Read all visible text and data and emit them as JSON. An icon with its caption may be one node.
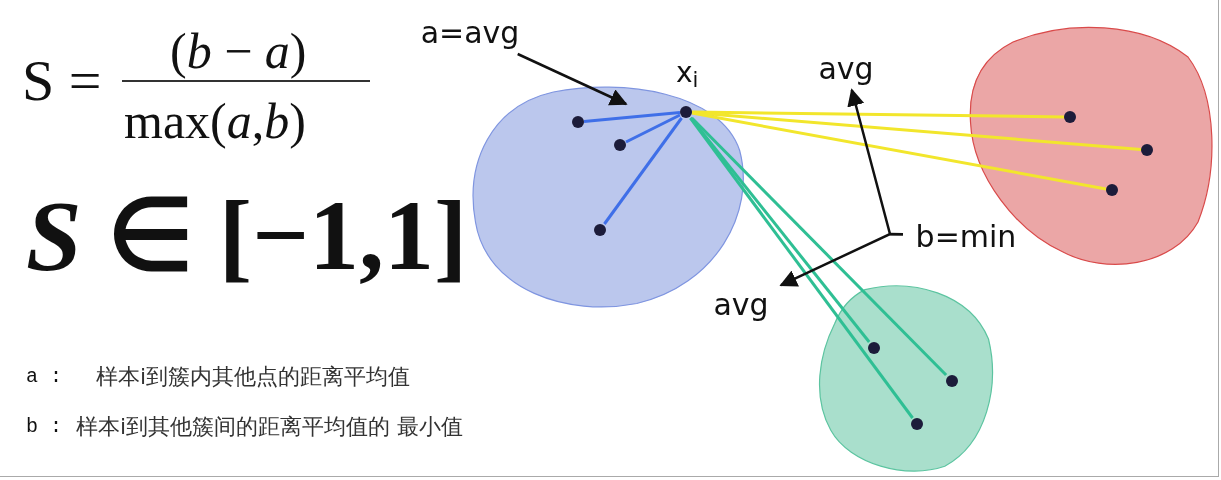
{
  "diagram": {
    "nodes": [
      {
        "text": [],
        "shape": "blob"
      },
      {
        "text": [],
        "shape": "blob"
      },
      {
        "text": [],
        "shape": "blob"
      },
      {
        "text": [],
        "shape": "circle",
        "in": 0,
        "beside": [
          "x$_{i}$"
        ]
      },
      {
        "text": [],
        "shape": "circle",
        "in": 0
      },
      {
        "text": [],
        "shape": "circle",
        "in": 0
      },
      {
        "text": [],
        "shape": "circle",
        "in": 0
      },
      {
        "text": [],
        "shape": "circle",
        "in": 1
      },
      {
        "text": [],
        "shape": "circle",
        "in": 1
      },
      {
        "text": [],
        "shape": "circle",
        "in": 1
      },
      {
        "text": [],
        "shape": "circle",
        "in": 2
      },
      {
        "text": [],
        "shape": "circle",
        "in": 2
      },
      {
        "text": [],
        "shape": "circle",
        "in": 2
      },
      {
        "text": [
          "a=avg"
        ]
      },
      {
        "text": [
          "avg"
        ]
      },
      {
        "text": [
          "b=min"
        ]
      },
      {
        "text": [
          "avg"
        ]
      }
    ],
    "edges": [
      {
        "from": 3,
        "to": 4,
        "arrow": "none",
        "color": "#3f6fe8"
      },
      {
        "from": 3,
        "to": 5,
        "arrow": "none",
        "color": "#3f6fe8"
      },
      {
        "from": 3,
        "to": 6,
        "arrow": "none",
        "color": "#3f6fe8"
      },
      {
        "from": 3,
        "to": 7,
        "arrow": "none",
        "color": "#f2e62c"
      },
      {
        "from": 3,
        "to": 8,
        "arrow": "none",
        "color": "#f2e62c"
      },
      {
        "from": 3,
        "to": 9,
        "arrow": "none",
        "color": "#f2e62c"
      },
      {
        "from": 3,
        "to": 10,
        "arrow": "none",
        "color": "#2fbf94"
      },
      {
        "from": 3,
        "to": 11,
        "arrow": "none",
        "color": "#2fbf94"
      },
      {
        "from": 3,
        "to": 12,
        "arrow": "none",
        "color": "#2fbf94"
      },
      {
        "from": 13,
        "to": 0,
        "arrow": "to",
        "color": "#111111"
      },
      {
        "from": 15,
        "to": 14,
        "arrow": "to",
        "color": "#111111"
      },
      {
        "from": 15,
        "to": 16,
        "arrow": "to",
        "color": "#111111"
      }
    ],
    "labels": [
      "S =",
      "(*b* − *a*)",
      "max(*a*,*b*)",
      "*S* ∈ [−1,1]",
      "a :",
      "样本i到簇内其他点的距离平均值",
      "b :",
      "样本i到其他簇间的距离平均值的 最小值"
    ]
  }
}
